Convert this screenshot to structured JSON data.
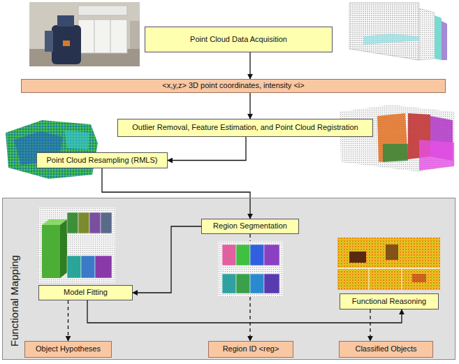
{
  "diagram": {
    "nodes": [
      {
        "text": [
          "Point Cloud Data Acquisition"
        ]
      },
      {
        "text": [
          "<x,y,z> 3D point coordinates, intensity <i>"
        ]
      },
      {
        "text": [
          "Outlier Removal, Feature Estimation, and Point Cloud Registration"
        ]
      },
      {
        "text": [
          "Point Cloud Resampling (RMLS)"
        ]
      },
      {
        "text": [
          "Functional Mapping"
        ]
      },
      {
        "text": [
          "Region Segmentation"
        ],
        "in": 4
      },
      {
        "text": [
          "Model Fitting"
        ],
        "in": 4
      },
      {
        "text": [
          "Functional Reasoning"
        ],
        "in": 4
      },
      {
        "text": [
          "Object Hypotheses"
        ],
        "in": 4
      },
      {
        "text": [
          "Region ID <reg>"
        ],
        "in": 4
      },
      {
        "text": [
          "Classified Objects"
        ],
        "in": 4
      }
    ],
    "edges": [
      {
        "from": 0,
        "to": 1,
        "arrow": "to"
      },
      {
        "from": 1,
        "to": 2,
        "arrow": "to"
      },
      {
        "from": 2,
        "to": 3,
        "arrow": "to"
      },
      {
        "from": 3,
        "to": 5,
        "arrow": "to"
      },
      {
        "from": 5,
        "to": 6,
        "arrow": "to"
      },
      {
        "from": 6,
        "to": 7,
        "arrow": "to"
      },
      {
        "from": 6,
        "to": 8,
        "arrow": "to"
      },
      {
        "from": 5,
        "to": 9,
        "arrow": "to"
      },
      {
        "from": 7,
        "to": 10,
        "arrow": "to"
      }
    ]
  }
}
